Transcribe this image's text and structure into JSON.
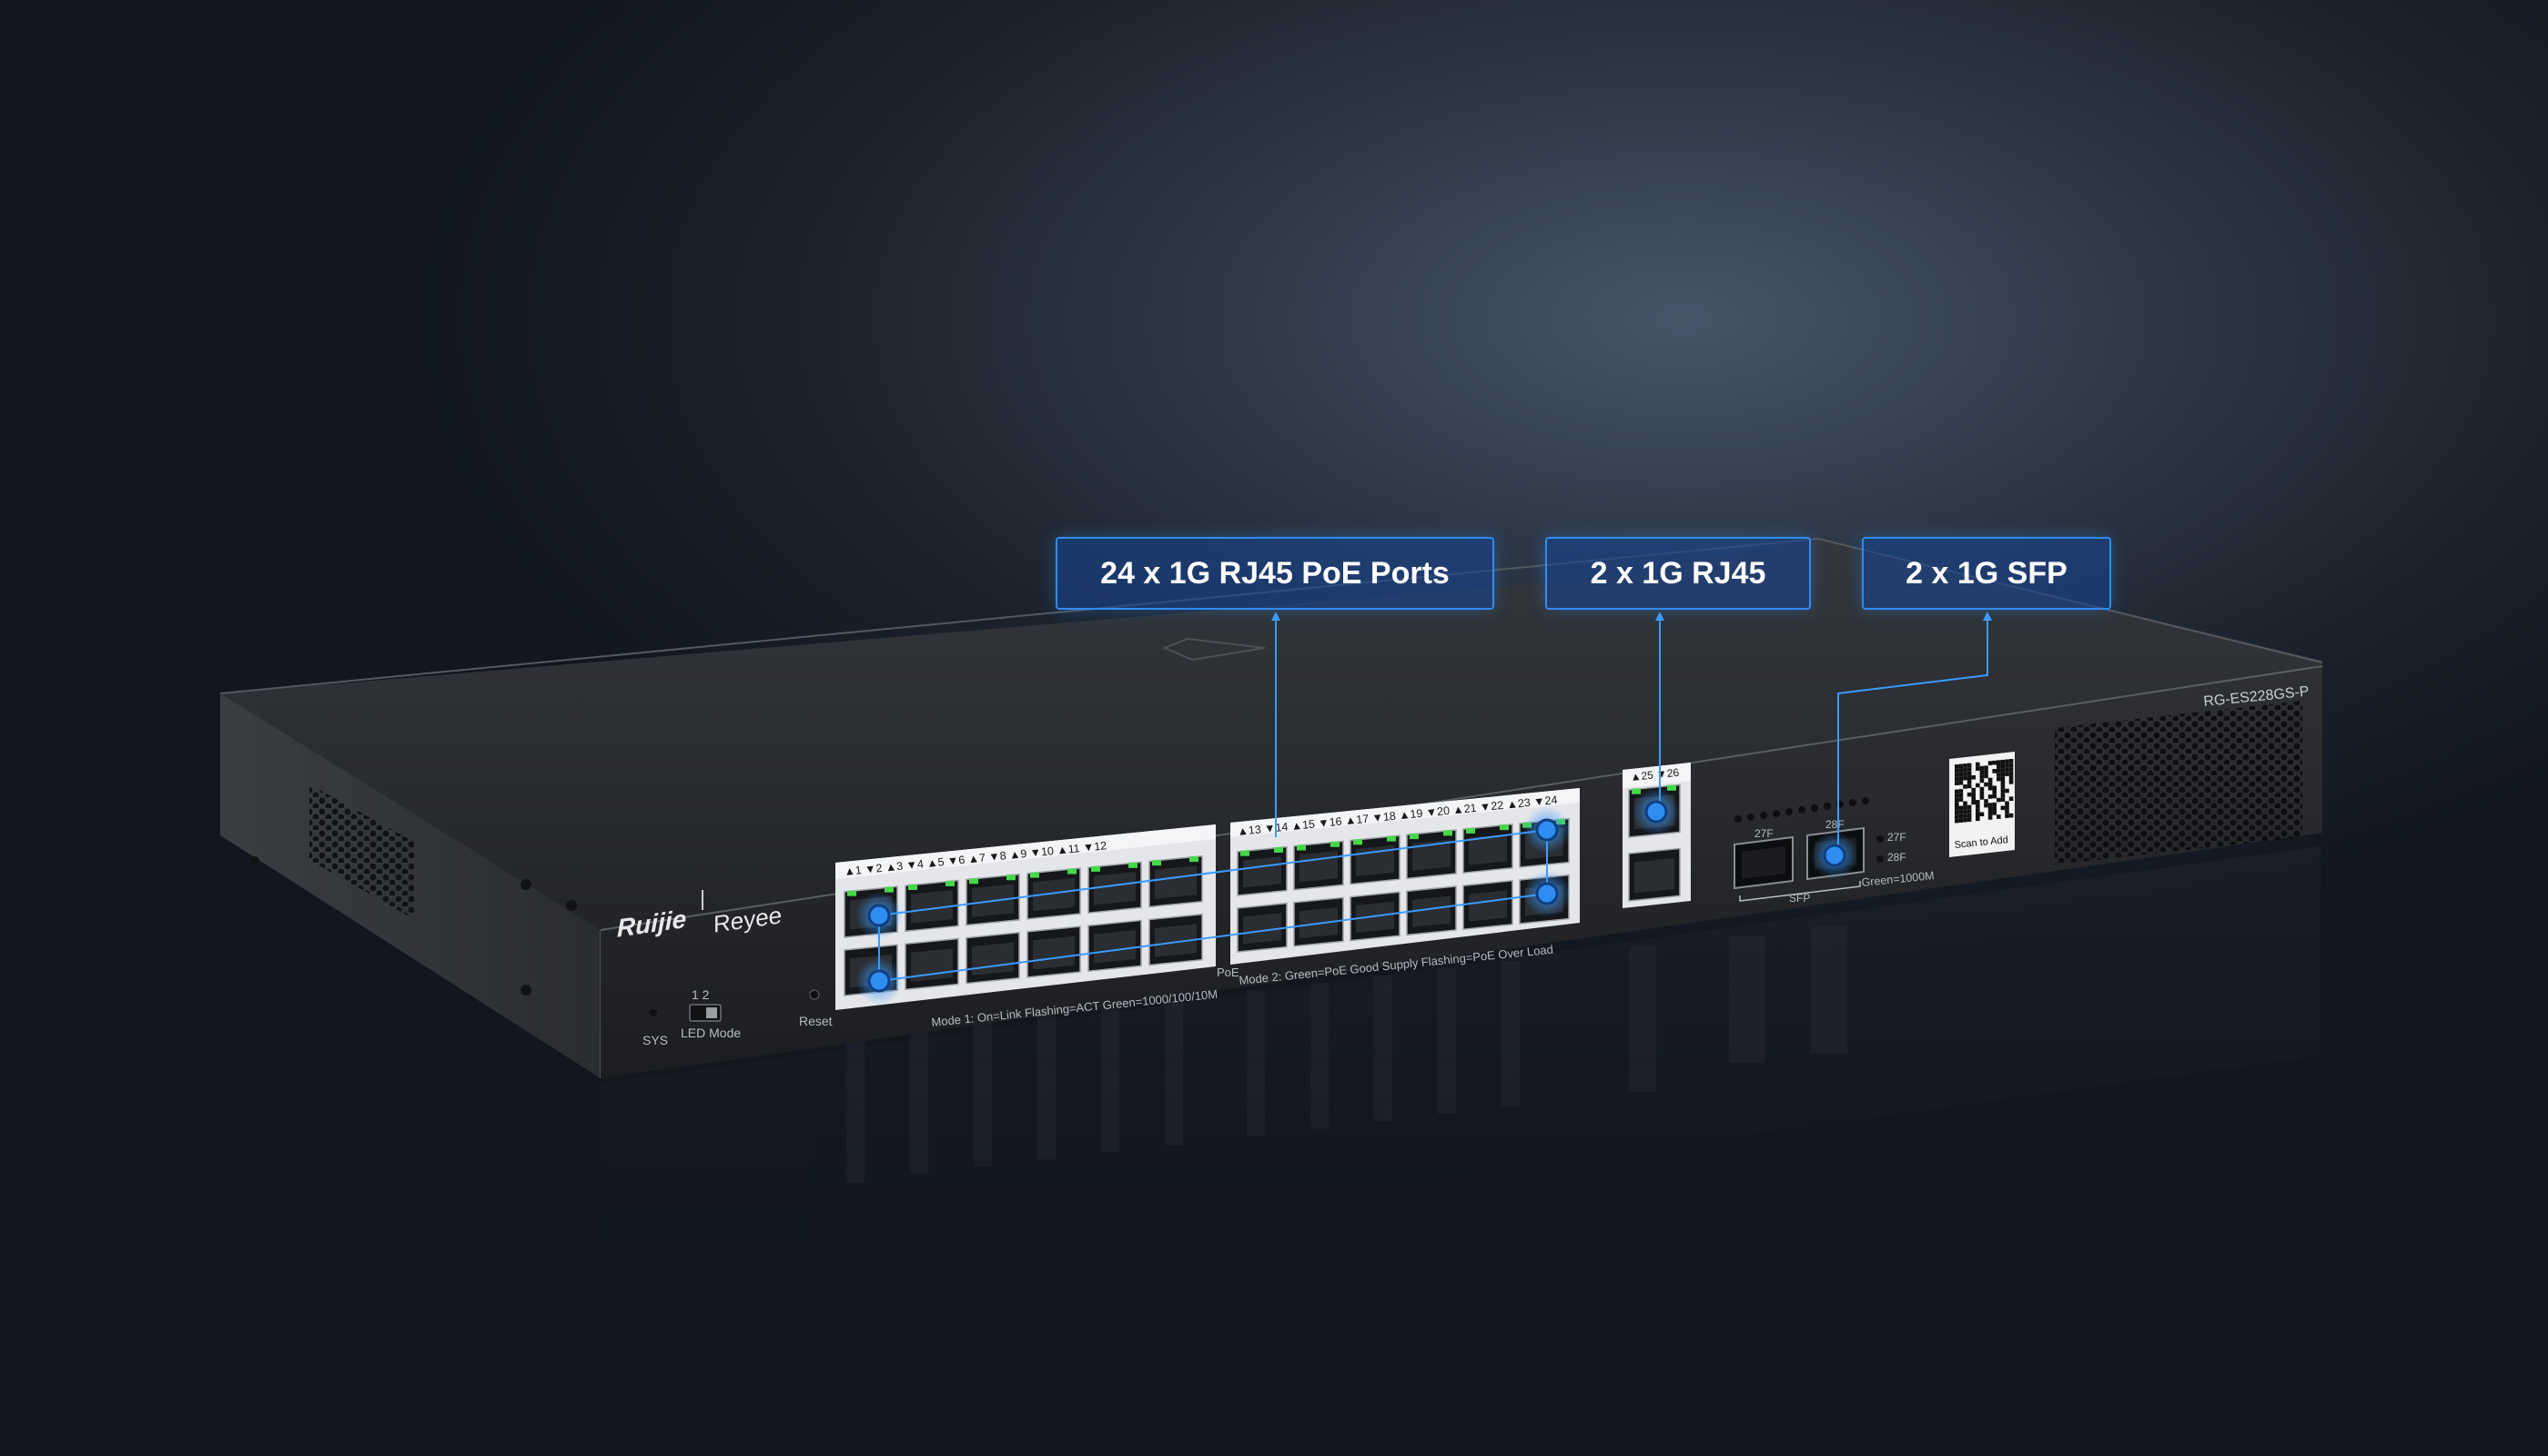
{
  "callouts": {
    "poe_ports": "24 x 1G RJ45 PoE Ports",
    "rj45": "2 x 1G RJ45",
    "sfp": "2 x 1G SFP"
  },
  "device": {
    "brand": "Ruijie",
    "sub_brand": "Reyee",
    "model": "RG-ES228GS-P",
    "port_numbers_top_left": [
      "▲1",
      "▼2",
      "▲3",
      "▼4",
      "▲5",
      "▼6",
      "▲7",
      "▼8",
      "▲9",
      "▼10",
      "▲11",
      "▼12"
    ],
    "port_numbers_top_right": [
      "▲13",
      "▼14",
      "▲15",
      "▼16",
      "▲17",
      "▼18",
      "▲19",
      "▼20",
      "▲21",
      "▼22",
      "▲23",
      "▼24"
    ],
    "port_numbers_uplink": "▲25 ▼26",
    "sfp_port_27": "27F",
    "sfp_port_28": "28F",
    "sfp_label": "SFP",
    "sfp_led_27": "27F",
    "sfp_led_28": "28F",
    "sfp_led_legend": "Green=1000M",
    "poe_label": "PoE",
    "mode1_legend": "Mode 1: On=Link Flashing=ACT  Green=1000/100/10M",
    "mode2_legend": "Mode 2: Green=PoE Good Supply  Flashing=PoE Over Load",
    "sys_label": "SYS",
    "led_mode_label": "LED Mode",
    "led_mode_numbers": "1  2",
    "reset_label": "Reset",
    "qr_caption": "Scan to Add"
  },
  "colors": {
    "accent": "#2f8cf0",
    "port_led": "#46d84a",
    "chassis": "#2b2d31"
  }
}
